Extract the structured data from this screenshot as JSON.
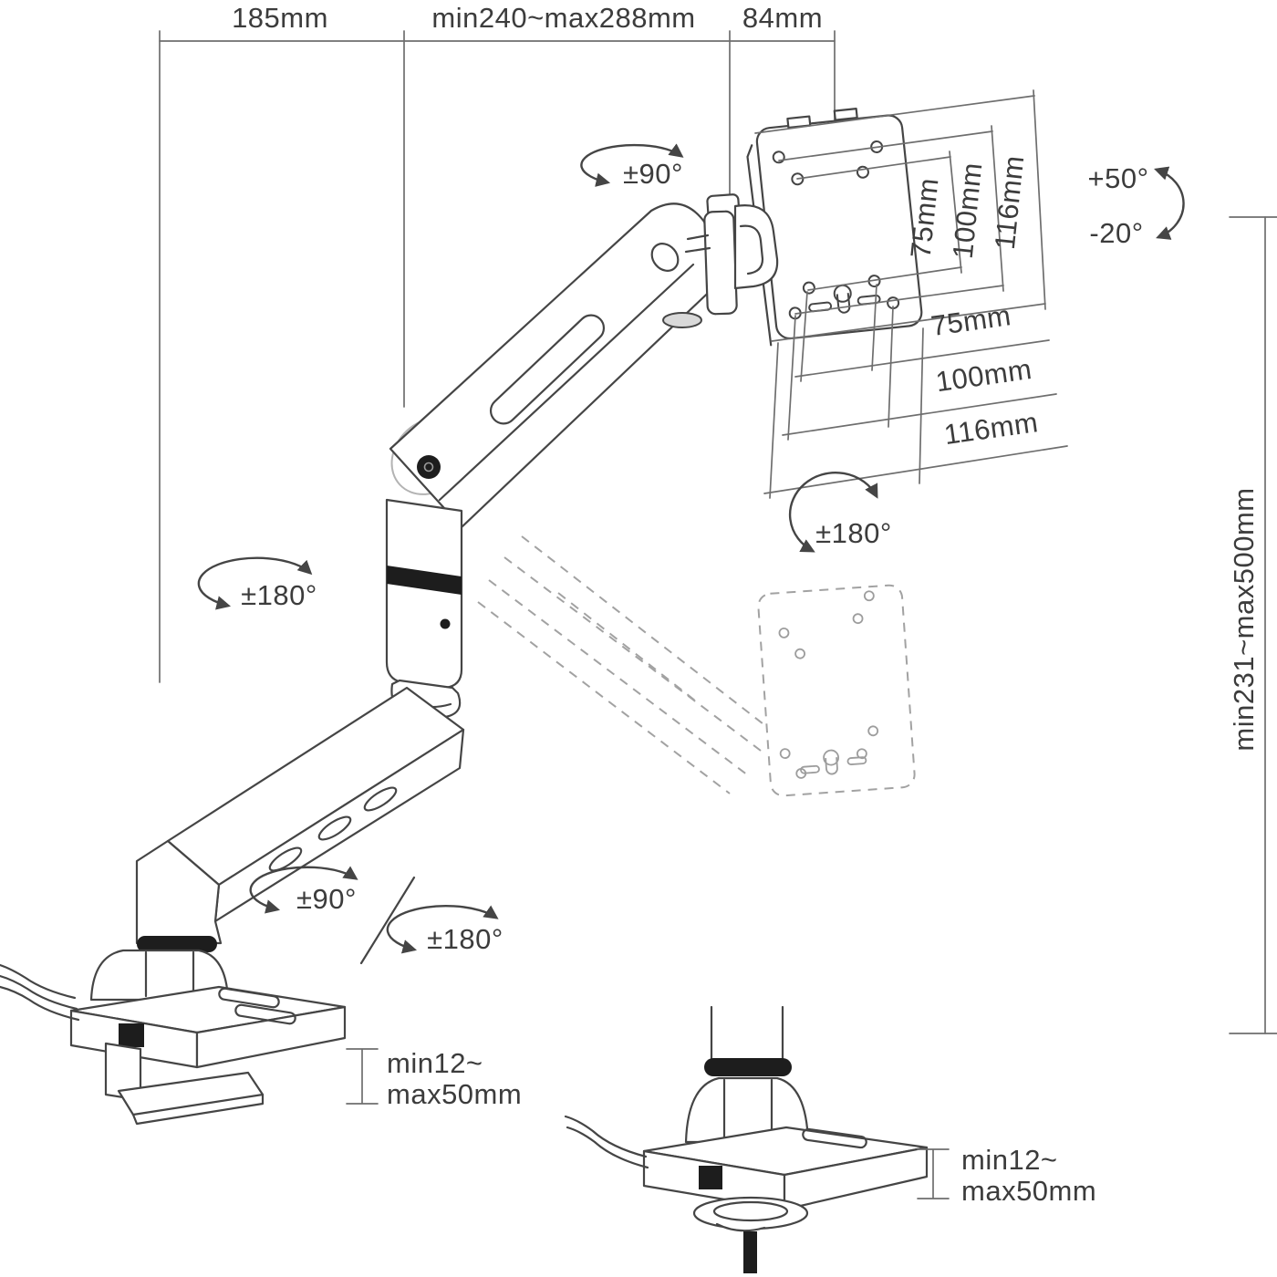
{
  "diagram_title": "monitor-arm-mount-technical-drawing",
  "dims": {
    "top_left": "185mm",
    "top_mid": "min240~max288mm",
    "top_right": "84mm",
    "vesa_side": [
      "75mm",
      "100mm",
      "116mm"
    ],
    "vesa_bottom": [
      "75mm",
      "100mm",
      "116mm"
    ],
    "height_range": "min231~max500mm",
    "clamp_left_1": "min12~",
    "clamp_left_2": "max50mm",
    "clamp_right_1": "min12~",
    "clamp_right_2": "max50mm"
  },
  "angles": {
    "head_swivel": "±90°",
    "tilt_up": "+50°",
    "tilt_down": "-20°",
    "vesa_rotation": "±180°",
    "elbow_rotation": "±180°",
    "base_swivel": "±90°",
    "base_rotation": "±180°"
  }
}
